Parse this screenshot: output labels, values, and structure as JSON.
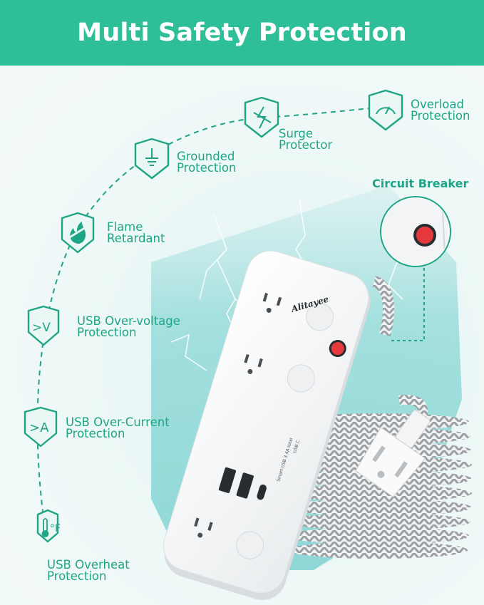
{
  "header": {
    "title": "Multi Safety Protection",
    "background_color": "#2fbf98"
  },
  "accent_color": "#1fa586",
  "features": [
    {
      "line1": "USB Overheat",
      "line2": "Protection",
      "icon": "thermometer-fahrenheit-icon"
    },
    {
      "line1": "USB Over-Current",
      "line2": "Protection",
      "icon": "over-current-icon",
      "icon_text": ">A"
    },
    {
      "line1": "USB Over-voltage",
      "line2": "Protection",
      "icon": "over-voltage-icon",
      "icon_text": ">V"
    },
    {
      "line1": "Flame",
      "line2": "Retardant",
      "icon": "flame-icon"
    },
    {
      "line1": "Grounded",
      "line2": "Protection",
      "icon": "ground-icon"
    },
    {
      "line1": "Surge",
      "line2": "Protector",
      "icon": "surge-icon"
    },
    {
      "line1": "Overload",
      "line2": "Protection",
      "icon": "gauge-icon"
    }
  ],
  "circuit_breaker": {
    "label": "Circuit Breaker",
    "button_color": "#e5393e"
  },
  "product": {
    "brand": "Alitayee",
    "usb_label": "Smart USB 3.4A total",
    "usbc_label": "USB C",
    "fahrenheit_symbol": "°F"
  }
}
